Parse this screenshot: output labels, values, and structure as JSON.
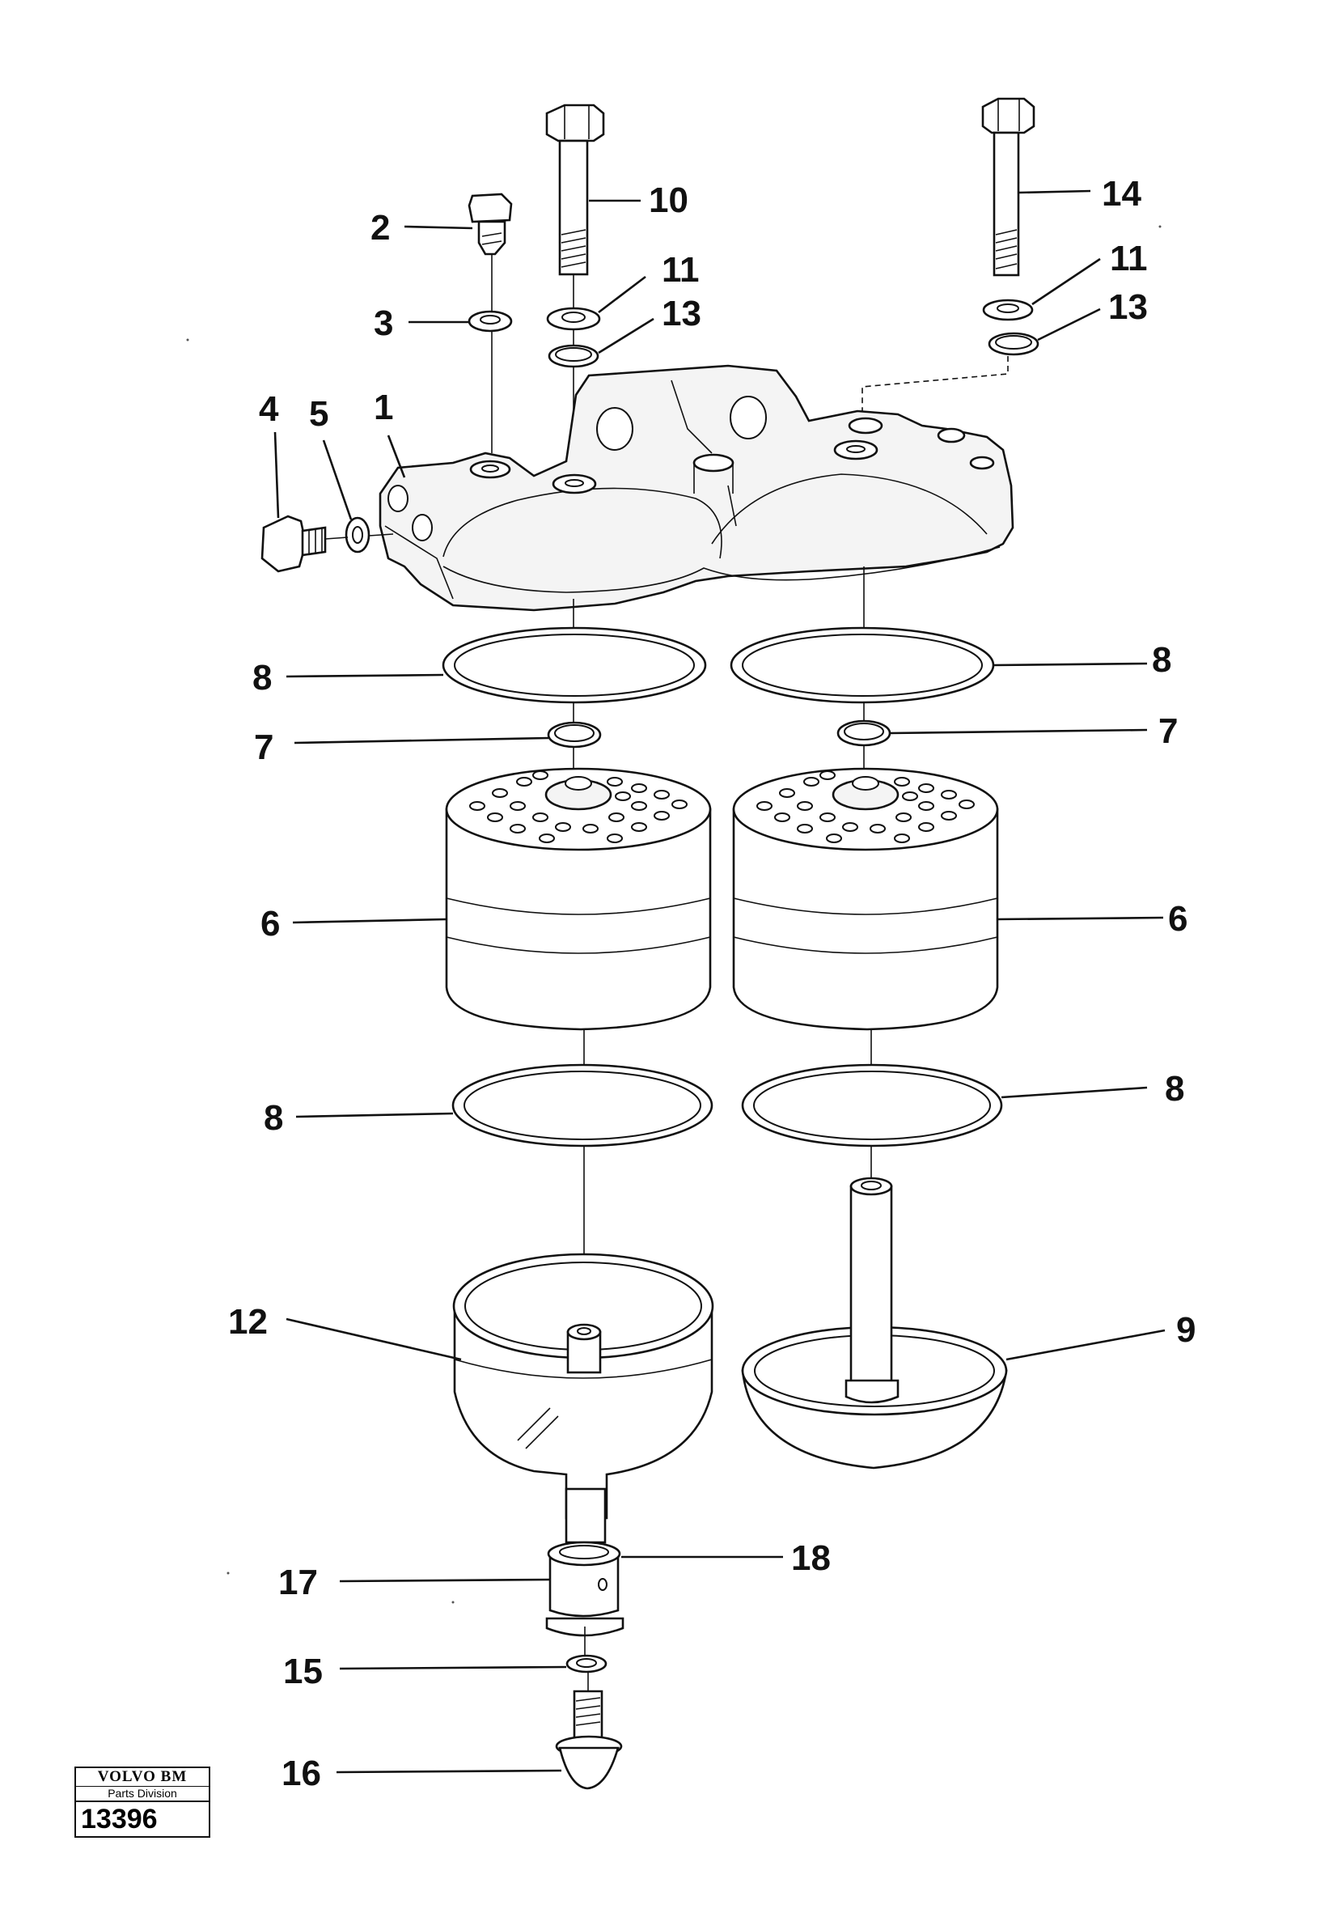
{
  "diagram": {
    "labels": {
      "p1": "1",
      "p2": "2",
      "p3": "3",
      "p4": "4",
      "p5": "5",
      "p6a": "6",
      "p6b": "6",
      "p7a": "7",
      "p7b": "7",
      "p8a": "8",
      "p8b": "8",
      "p8c": "8",
      "p8d": "8",
      "p9": "9",
      "p10": "10",
      "p11a": "11",
      "p11b": "11",
      "p12": "12",
      "p13a": "13",
      "p13b": "13",
      "p14": "14",
      "p15": "15",
      "p16": "16",
      "p17": "17",
      "p18": "18"
    }
  },
  "logo": {
    "brand": "VOLVO BM",
    "division": "Parts Division",
    "number": "13396"
  }
}
